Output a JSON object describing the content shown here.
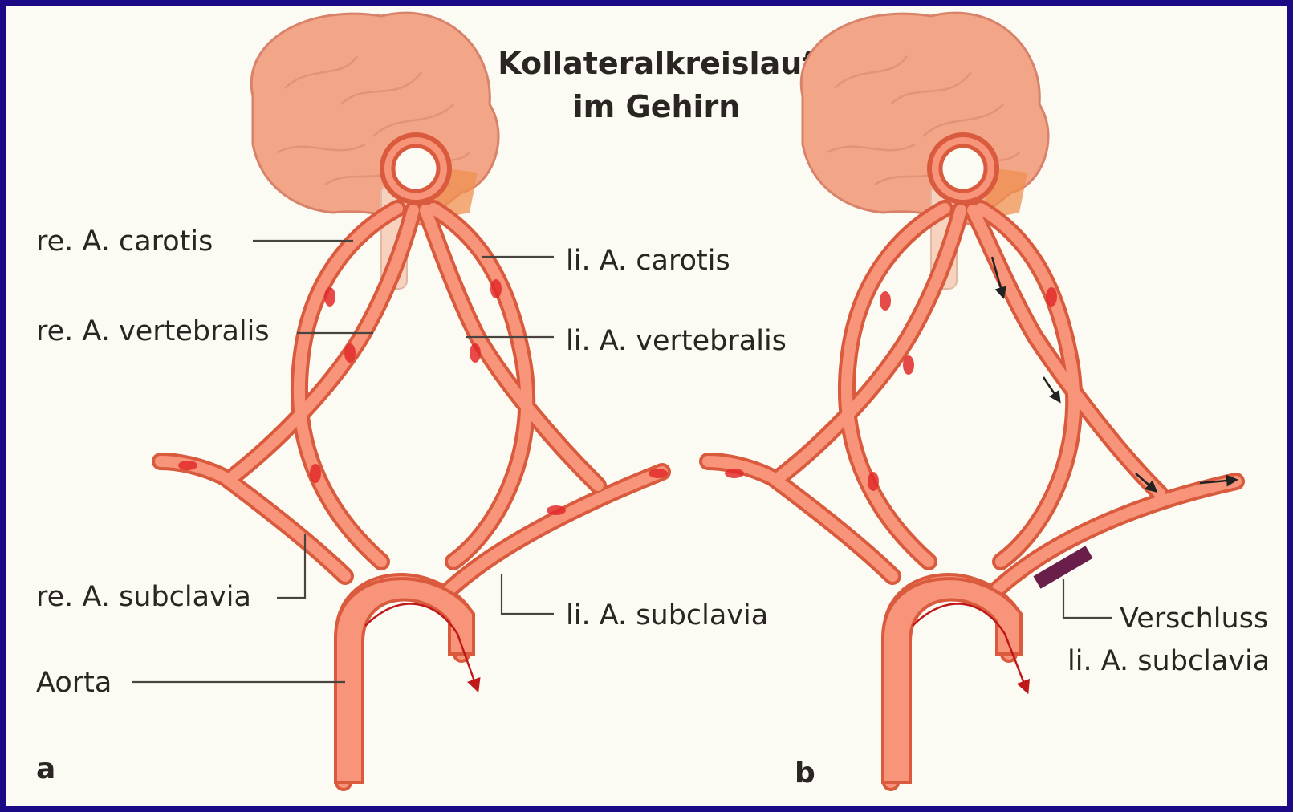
{
  "title": {
    "line1": "Kollateralkreislauf",
    "line2": "im Gehirn"
  },
  "panel_a": {
    "letter": "a",
    "labels": {
      "re_carotis": "re. A. carotis",
      "li_carotis": "li. A. carotis",
      "re_vertebralis": "re. A. vertebralis",
      "li_vertebralis": "li. A. vertebralis",
      "re_subclavia": "re. A. subclavia",
      "li_subclavia": "li. A. subclavia",
      "aorta": "Aorta"
    }
  },
  "panel_b": {
    "letter": "b",
    "labels": {
      "verschluss_line1": "Verschluss",
      "verschluss_line2": "li. A. subclavia"
    }
  },
  "colors": {
    "frame": "#1a0a86",
    "paper": "#fbfbf4",
    "vessel_outline": "#d95a3c",
    "vessel_fill": "#f7947a",
    "brain": "#f2a587",
    "occlusion": "#6a1f4a",
    "flow_arrow": "#222222",
    "aortic_flow": "#c01818"
  }
}
